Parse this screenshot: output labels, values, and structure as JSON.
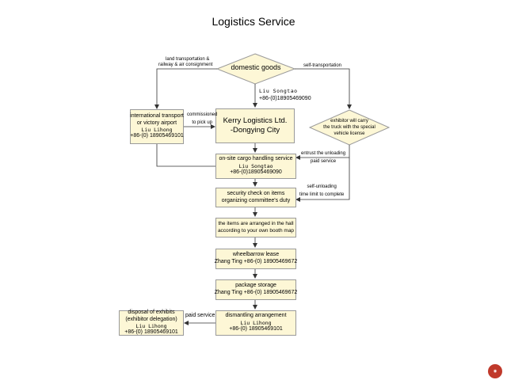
{
  "title": "Logistics Service",
  "nodes": {
    "domestic_goods": "domestic goods",
    "domestic_contact_name": "Liu Songtao",
    "domestic_contact_phone": "+86-(0)18905469090",
    "intl_line1": "international transport",
    "intl_line2": "or victory airport",
    "intl_name": "Liu Lihong",
    "intl_phone": "+86-(0) 18905469101",
    "kerry_line1": "Kerry Logistics Ltd.",
    "kerry_line2": "-Dongying City",
    "exhibitor_line1": "exhibitor will carry",
    "exhibitor_line2": "the truck with the special",
    "exhibitor_line3": "vehicle license",
    "onsite_line1": "on-site cargo handling service",
    "onsite_name": "Liu Songtao",
    "onsite_phone": "+86-(0)18905469090",
    "security_line1": "security check on items",
    "security_line2": "organizing committee's duty",
    "arranged_line1": "the items are arranged in the hall",
    "arranged_line2": "according to your own booth map",
    "wheelbarrow_line1": "wheelbarrow lease",
    "wheelbarrow_line2": "Zhang Ting +86-(0) 18905469672",
    "storage_line1": "package storage",
    "storage_line2": "Zhang Ting +86-(0) 18905469672",
    "dismantling_line1": "dismantling arrangement",
    "dismantling_name": "Liu Lihong",
    "dismantling_phone": "+86-(0) 18905469101",
    "disposal_line1": "disposal of exhibits",
    "disposal_line2": "(exhibitor delegation)",
    "disposal_name": "Liu Lihong",
    "disposal_phone": "+86-(0) 18905469101"
  },
  "edge_labels": {
    "land_line1": "land transportation &",
    "land_line2": "railway & air consignment",
    "self_transport": "self-transportation",
    "commissioned_line1": "commissioned",
    "commissioned_line2": "to pick up",
    "entrust_line1": "entrust the unloading",
    "entrust_line2": "paid service",
    "self_unloading_line1": "self-unloading",
    "self_unloading_line2": "time limit to complete",
    "paid_service": "paid service"
  },
  "colors": {
    "box_fill": "#fdf7d6",
    "box_border": "#9a9a9a",
    "line": "#333333"
  }
}
